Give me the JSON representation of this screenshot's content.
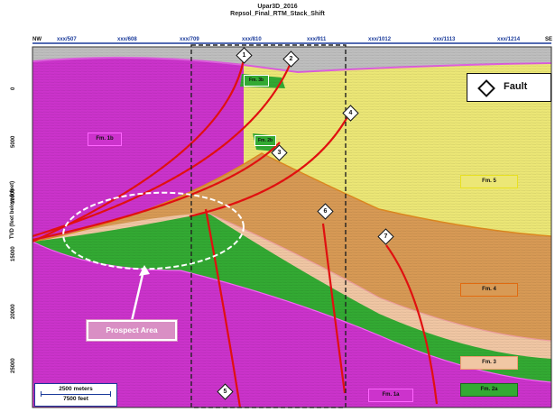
{
  "header": {
    "line1": "Upar3D_2016",
    "line2": "Repsol_Final_RTM_Stack_Shift"
  },
  "x_axis": {
    "left_end": "NW",
    "right_end": "SE",
    "ticks": [
      "xxx/507",
      "xxx/608",
      "xxx/709",
      "xxx/810",
      "xxx/911",
      "xxx/1012",
      "xxx/1113",
      "xxx/1214"
    ]
  },
  "y_axis": {
    "title": "TVD (feet below 0 feet)",
    "ticks": [
      "0",
      "5000",
      "10000",
      "15000",
      "20000",
      "25000"
    ]
  },
  "formations": {
    "fm1b": "Fm. 1b",
    "fm3b": "Fm. 3b",
    "fm2b": "Fm. 2b",
    "fm5": "Fm. 5",
    "fm4": "Fm. 4",
    "fm3": "Fm. 3",
    "fm2a": "Fm. 2a",
    "fm1a": "Fm. 1a"
  },
  "formation_colors": {
    "fm1": "#cc33cc",
    "fm2": "#33aa33",
    "fm3": "#f1c7a4",
    "fm4": "#d89a55",
    "fm5": "#ece776",
    "fault": "#e01010"
  },
  "legend": {
    "label": "Fault",
    "icon": "diamond-icon"
  },
  "prospect_label": "Prospect Area",
  "scale_bar": {
    "meters": "2500 meters",
    "feet": "7500 feet"
  },
  "faults": [
    "1",
    "2",
    "3",
    "4",
    "5",
    "6",
    "7"
  ]
}
